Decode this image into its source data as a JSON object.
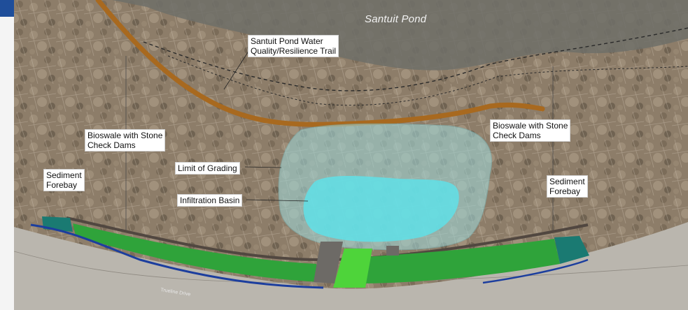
{
  "labels": {
    "pond": "Santuit Pond",
    "trail": "Santuit Pond Water\nQuality/Resilience Trail",
    "bioswale_left": "Bioswale with Stone\nCheck Dams",
    "bioswale_right": "Bioswale with Stone\nCheck Dams",
    "sediment_left": "Sediment\nForebay",
    "sediment_right": "Sediment\nForebay",
    "limit_grading": "Limit of Grading",
    "infiltration": "Infiltration Basin",
    "road": "Trueline Drive"
  },
  "colors": {
    "trail": "#a8691f",
    "bioswale": "#2fa33a",
    "bioswale_bright": "#4ed43a",
    "forebay": "#1a7a72",
    "grading": "#9fd4d4",
    "basin": "#5fe0e8",
    "curb_blue": "#1c3e9e",
    "berm": "#5a5048",
    "road": "#b9b5ae",
    "woods": "#8a7a66",
    "pond_water": "#6b6b64"
  }
}
